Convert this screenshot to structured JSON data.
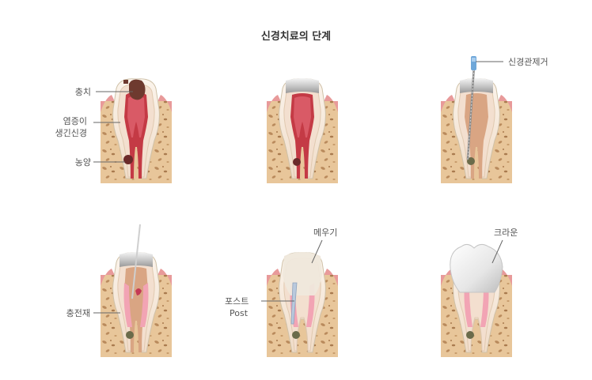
{
  "title": "신경치료의 단계",
  "labels": {
    "decay": "충치",
    "inflamed_nerve": "염증이\n생긴신경",
    "abscess": "농양",
    "nerve_remover": "신경관제거",
    "filling_material": "충전재",
    "filler": "메우기",
    "post_ko": "포스트",
    "post_en": "Post",
    "crown": "크라운"
  }
}
